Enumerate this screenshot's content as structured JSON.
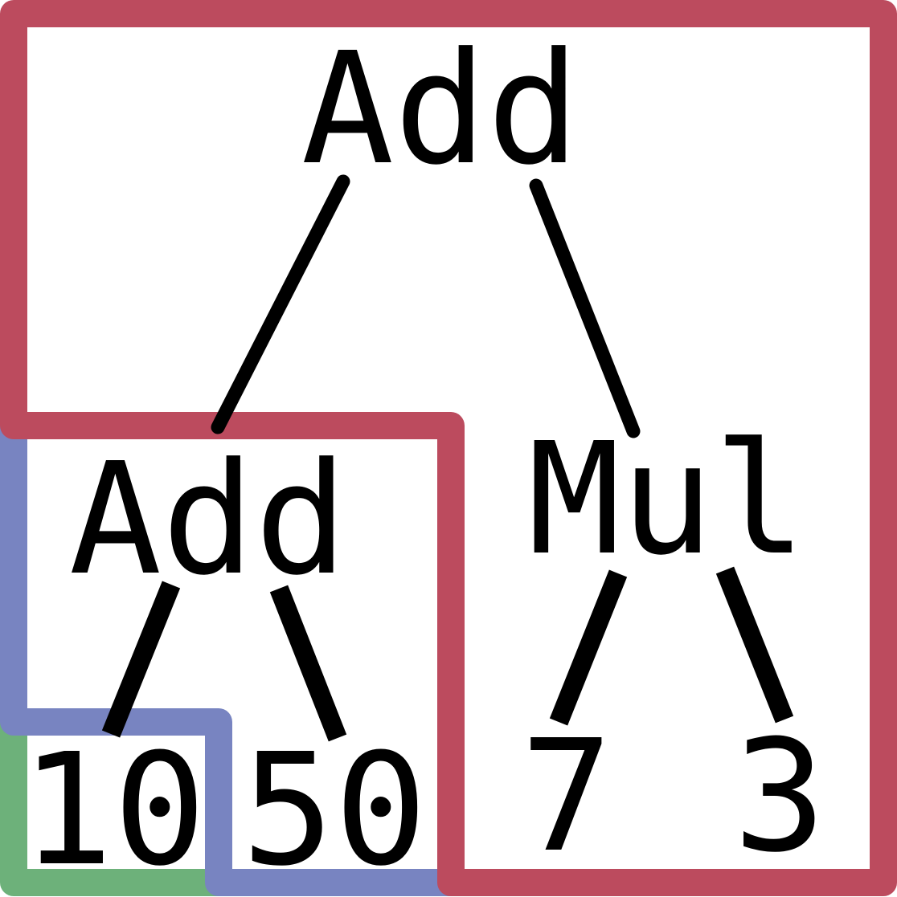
{
  "colors": {
    "outer_region": "#bc4b5e",
    "middle_region": "#7884c1",
    "inner_region": "#6db17a",
    "edge": "#000000",
    "text": "#000000",
    "background": "#ffffff"
  },
  "nodes": {
    "root": "Add",
    "left_add": "Add",
    "mul": "Mul",
    "leaf_10": "10",
    "leaf_50": "50",
    "leaf_7": "7",
    "leaf_3": "3"
  }
}
